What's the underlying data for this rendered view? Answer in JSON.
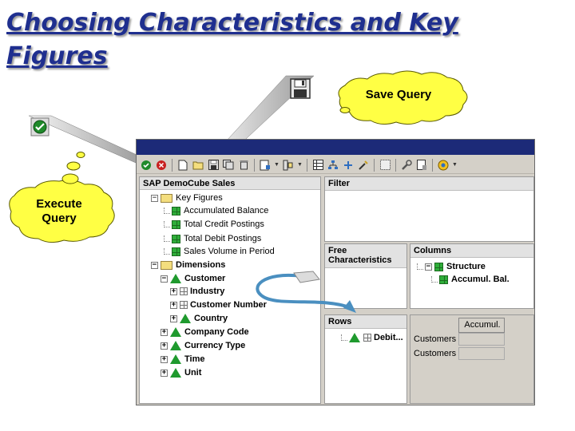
{
  "slide": {
    "title": "Choosing Characteristics and Key Figures"
  },
  "callouts": {
    "save_query": "Save Query",
    "execute_query_line1": "Execute",
    "execute_query_line2": "Query"
  },
  "sap": {
    "tree_header": "SAP DemoCube Sales",
    "tree": {
      "key_figures": "Key Figures",
      "accumulated_balance": "Accumulated Balance",
      "total_credit_postings": "Total Credit Postings",
      "total_debit_postings": "Total Debit Postings",
      "sales_volume": "Sales Volume in Period",
      "dimensions": "Dimensions",
      "customer": "Customer",
      "industry": "Industry",
      "customer_number": "Customer Number",
      "country": "Country",
      "company_code": "Company Code",
      "currency_type": "Currency Type",
      "time": "Time",
      "unit": "Unit"
    },
    "filter_label": "Filter",
    "free_characteristics_label": "Free Characteristics",
    "columns_label": "Columns",
    "columns": {
      "structure": "Structure",
      "accumul_bal": "Accumul. Bal."
    },
    "rows_label": "Rows",
    "rows": {
      "debit": "Debit..."
    },
    "preview": {
      "col_header": "Accumul.",
      "row1": "Customers",
      "row2": "Customers"
    }
  },
  "colors": {
    "title": "#1f2f8f",
    "bubble_fill": "#ffff44",
    "titlebar": "#1c2a78",
    "key_figure_icon": "#2fae3a",
    "arrow": "#4a8fc0"
  }
}
